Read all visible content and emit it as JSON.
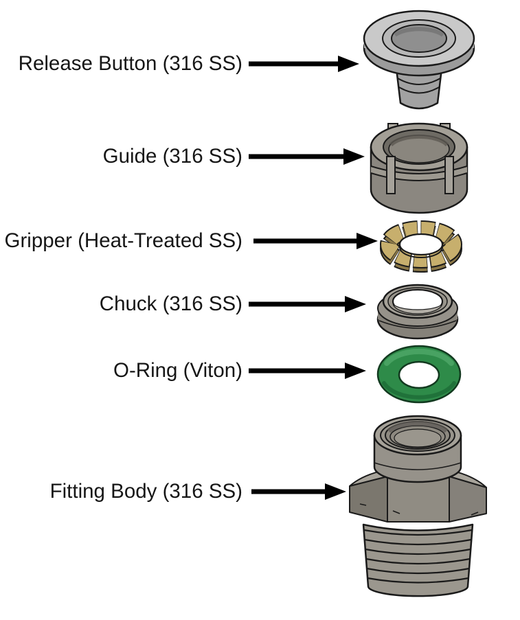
{
  "figure": {
    "type": "exploded-assembly-diagram",
    "background": "#ffffff",
    "text_color": "#161616",
    "arrow_color": "#000000"
  },
  "parts": [
    {
      "key": "release-button",
      "label": "Release Button (316 SS)",
      "color": "#c9c9c9"
    },
    {
      "key": "guide",
      "label": "Guide (316 SS)",
      "color": "#8b8780"
    },
    {
      "key": "gripper",
      "label": "Gripper (Heat-Treated SS)",
      "color": "#c7af6d"
    },
    {
      "key": "chuck",
      "label": "Chuck (316 SS)",
      "color": "#96928a"
    },
    {
      "key": "o-ring",
      "label": "O-Ring (Viton)",
      "color": "#2e8b49"
    },
    {
      "key": "fitting-body",
      "label": "Fitting Body (316 SS)",
      "color": "#908c83"
    }
  ]
}
